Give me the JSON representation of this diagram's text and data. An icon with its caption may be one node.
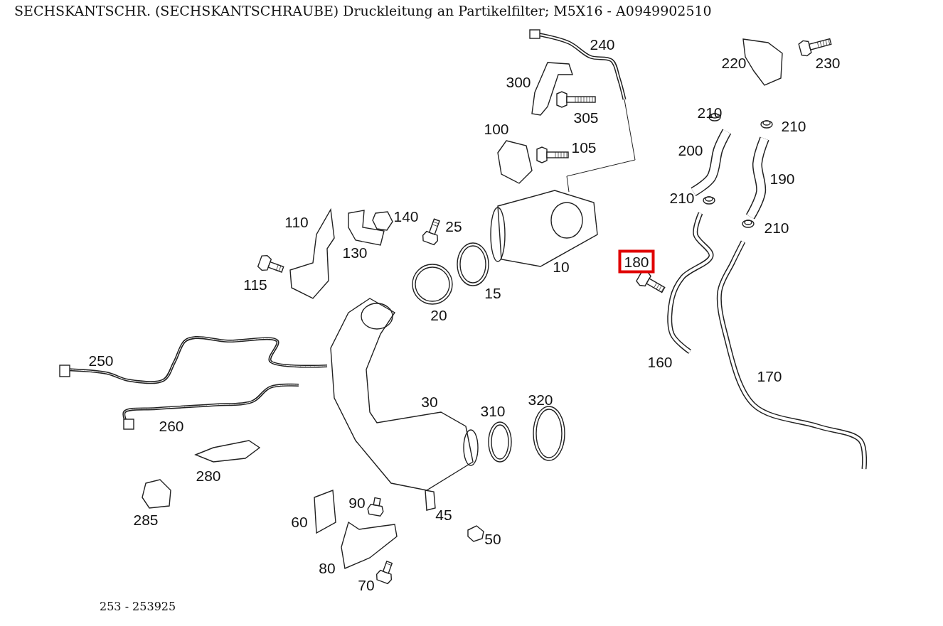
{
  "diagram": {
    "title": "SECHSKANTSCHR. (SECHSKANTSCHRAUBE) Druckleitung an Partikelfilter; M5X16 - A0949902510",
    "caption": "253 - 253925",
    "labels": [
      "240",
      "220",
      "230",
      "300",
      "100",
      "305",
      "210",
      "210",
      "105",
      "200",
      "190",
      "210",
      "110",
      "140",
      "25",
      "210",
      "130",
      "10",
      "180",
      "115",
      "15",
      "20",
      "250",
      "160",
      "170",
      "30",
      "310",
      "320",
      "260",
      "280",
      "285",
      "60",
      "90",
      "45",
      "50",
      "80",
      "70"
    ]
  }
}
